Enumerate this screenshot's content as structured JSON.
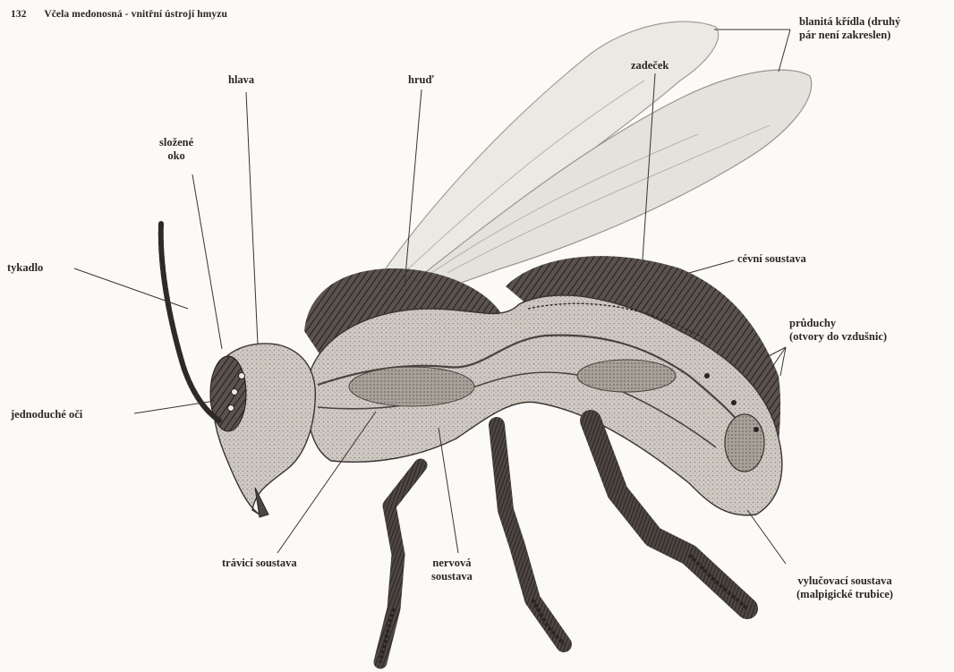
{
  "header": {
    "page_number": "132",
    "title": "Včela medonosná - vnitřní ústrojí hmyzu"
  },
  "labels": {
    "tykadlo": "tykadlo",
    "slozene_oko": [
      "složené",
      "oko"
    ],
    "hlava": "hlava",
    "hrud": "hruď",
    "zadecek": "zadeček",
    "kridla": [
      "blanitá křídla (druhý",
      "pár není zakreslen)"
    ],
    "cevni": "cévní soustava",
    "prueduchy": [
      "průduchy",
      "(otvory do vzdušnic)"
    ],
    "jednoduche_oci": "jednoduché oči",
    "travici": "trávicí soustava",
    "nervova": [
      "nervová",
      "soustava"
    ],
    "vylucovaci": [
      "vylučovací soustava",
      "(malpigické trubice)"
    ]
  },
  "colors": {
    "ink": "#2a2522",
    "line": "#3a3431",
    "wing_fill": "#e8e6e1",
    "body_fill": "#c9c4bd",
    "hair_dark": "#3c3633",
    "organ_fill": "#a9a39c",
    "background": "#fbfaf7"
  }
}
